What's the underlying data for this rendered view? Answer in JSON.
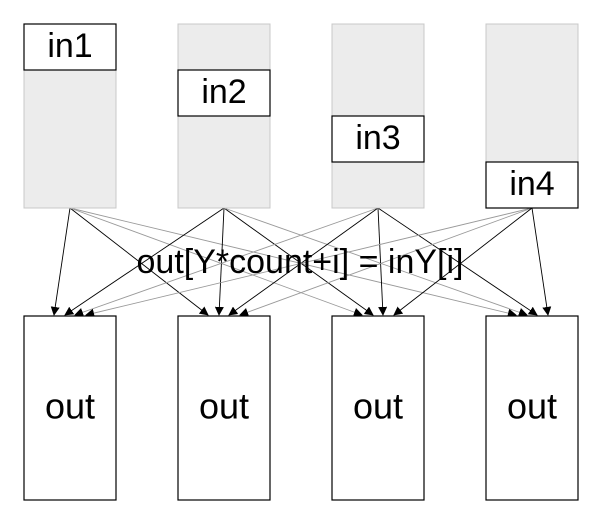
{
  "inputs": [
    {
      "label": "in1"
    },
    {
      "label": "in2"
    },
    {
      "label": "in3"
    },
    {
      "label": "in4"
    }
  ],
  "outputs": [
    {
      "label": "out"
    },
    {
      "label": "out"
    },
    {
      "label": "out"
    },
    {
      "label": "out"
    }
  ],
  "formula": "out[Y*count+i] = inY[i]",
  "colors": {
    "column_fill": "#ececec",
    "column_stroke": "#c8c8c8",
    "arrow_dark": "#000000",
    "arrow_light": "#9a9a9a"
  }
}
